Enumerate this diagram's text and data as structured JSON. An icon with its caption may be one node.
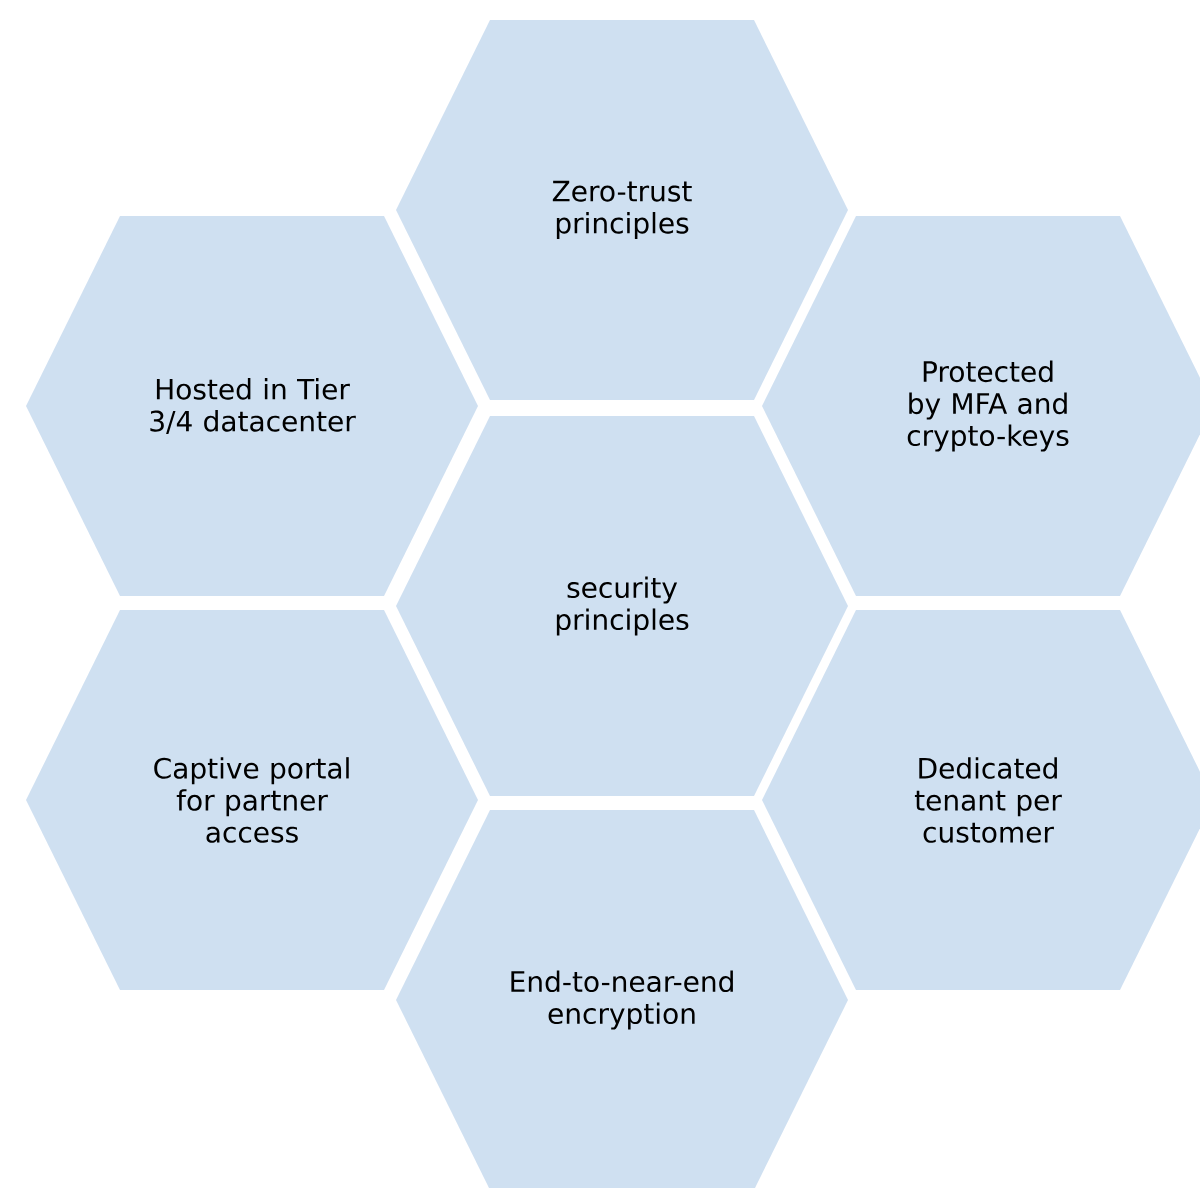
{
  "diagram": {
    "nodes": [
      {
        "text": [
          "Zero-trust principles"
        ]
      },
      {
        "text": [
          "Hosted in Tier 3/4 datacenter"
        ]
      },
      {
        "text": [
          "Protected by MFA and crypto-keys"
        ]
      },
      {
        "text": [
          "security principles"
        ]
      },
      {
        "text": [
          "Captive portal for partner access"
        ]
      },
      {
        "text": [
          "Dedicated tenant per customer"
        ]
      },
      {
        "text": [
          "End-to-near-end encryption"
        ]
      }
    ]
  }
}
